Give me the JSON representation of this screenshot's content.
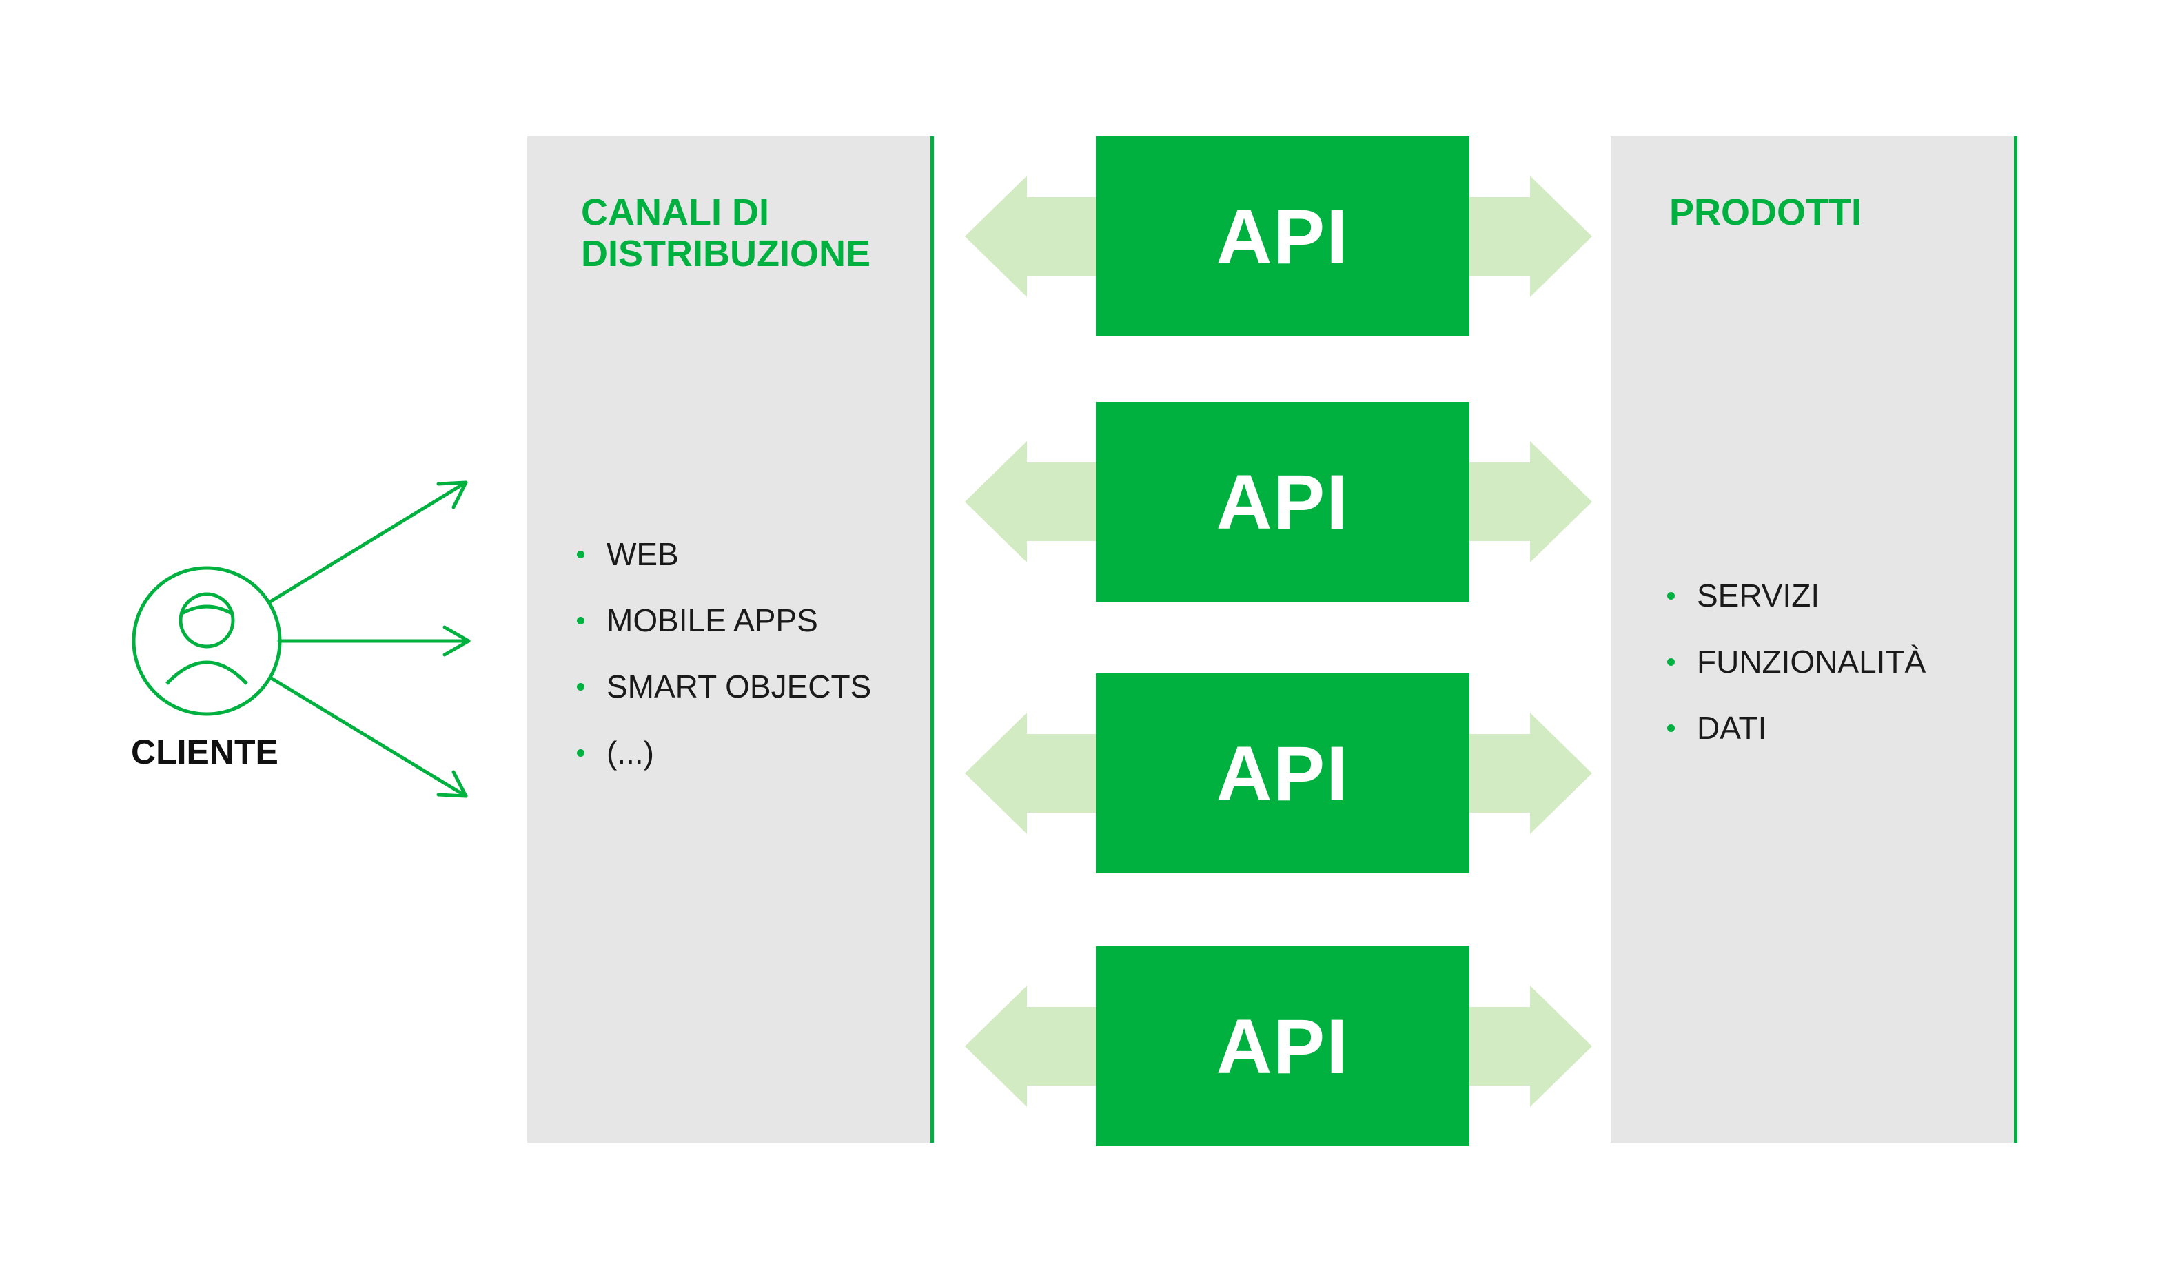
{
  "colors": {
    "accent": "#00b140",
    "arrow_light": "#d2ebc3",
    "panel_bg": "#e6e6e6",
    "text_dark": "#1a1a1a"
  },
  "client": {
    "icon": "user-circle-icon",
    "label": "CLIENTE"
  },
  "distribution_channels": {
    "title": "CANALI DI DISTRIBUZIONE",
    "items": [
      "WEB",
      "MOBILE APPS",
      "SMART OBJECTS",
      "(...)"
    ]
  },
  "api_boxes": [
    {
      "label": "API"
    },
    {
      "label": "API"
    },
    {
      "label": "API"
    },
    {
      "label": "API"
    }
  ],
  "products": {
    "title": "PRODOTTI",
    "items": [
      "SERVIZI",
      "FUNZIONALITÀ",
      "DATI"
    ]
  }
}
